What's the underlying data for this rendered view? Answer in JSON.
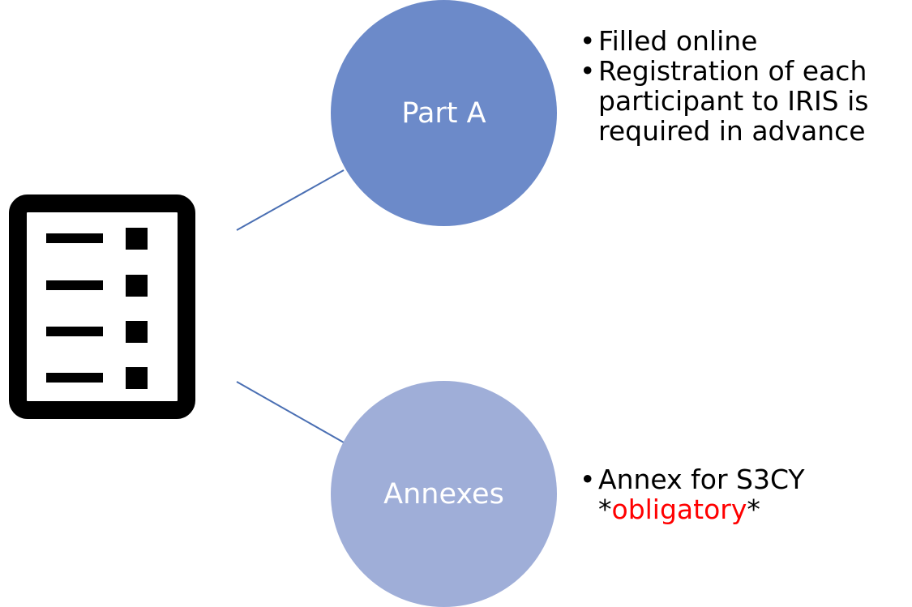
{
  "nodes": {
    "part_a": {
      "label": "Part A",
      "color": "#6c8ac9",
      "bullets": [
        "Filled online",
        "Registration of each participant to IRIS is required in advance"
      ]
    },
    "annexes": {
      "label": "Annexes",
      "color": "#9faed8",
      "bullet": {
        "text": "Annex for S3CY",
        "note_prefix": "*",
        "note_highlight": "obligatory",
        "note_suffix": "*",
        "highlight_color": "#ff0000"
      }
    }
  },
  "icons": {
    "document": "checklist-document-icon",
    "bullet": "•"
  },
  "colors": {
    "connector": "#4a6fb3",
    "icon": "#000000"
  }
}
